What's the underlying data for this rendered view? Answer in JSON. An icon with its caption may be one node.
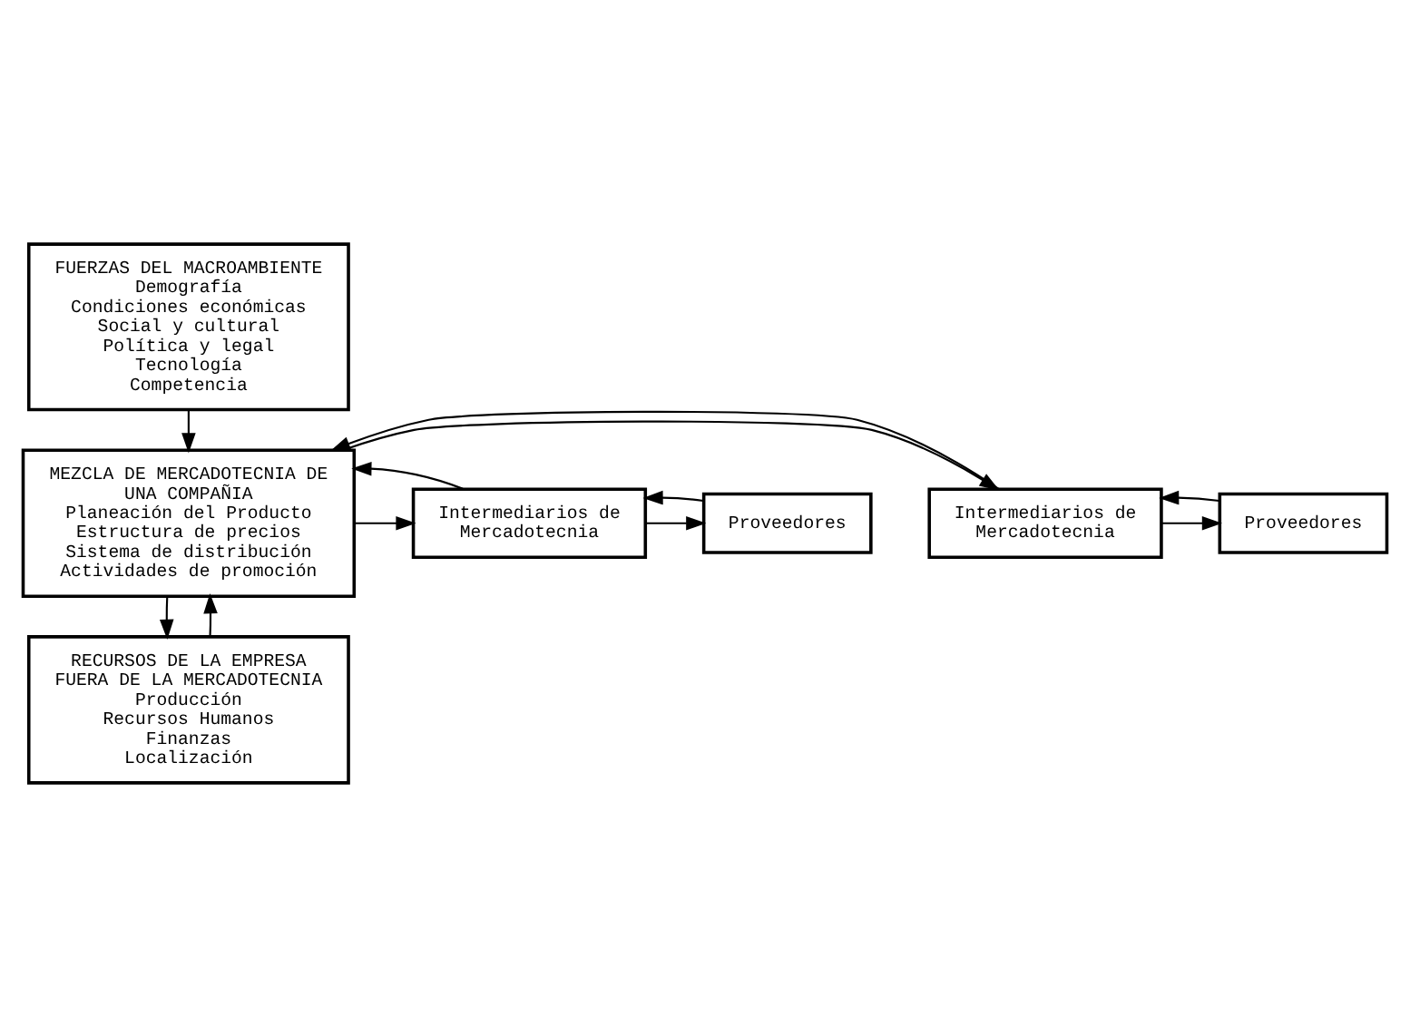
{
  "diagram": {
    "nodes": [
      {
        "text": [
          "FUERZAS DEL MACROAMBIENTE",
          "Demografía",
          "Condiciones económicas",
          "Social y cultural",
          "Política y legal",
          "Tecnología",
          "Competencia"
        ]
      },
      {
        "text": [
          "MEZCLA DE MERCADOTECNIA DE UNA COMPAÑIA",
          "Planeación del Producto",
          "Estructura de precios",
          "Sistema de distribución",
          "Actividades de promoción"
        ]
      },
      {
        "text": [
          "Proveedores"
        ]
      },
      {
        "text": [
          "Intermediarios de Mercadotecnia"
        ]
      },
      {
        "text": [
          "Intermediarios de Mercadotecnia"
        ]
      },
      {
        "text": [
          "Proveedores"
        ]
      },
      {
        "text": [
          "RECURSOS DE LA EMPRESA FUERA DE LA MERCADOTECNIA",
          "Producción",
          "Recursos Humanos",
          "Finanzas",
          "Localización"
        ]
      }
    ],
    "edges": [
      {
        "from": 0,
        "to": 1,
        "arrow": "to"
      },
      {
        "from": 1,
        "to": 3,
        "arrow": "to"
      },
      {
        "from": 3,
        "to": 1,
        "arrow": "to"
      },
      {
        "from": 3,
        "to": 2,
        "arrow": "to"
      },
      {
        "from": 2,
        "to": 3,
        "arrow": "to"
      },
      {
        "from": 1,
        "to": 4,
        "arrow": "to"
      },
      {
        "from": 4,
        "to": 1,
        "arrow": "to"
      },
      {
        "from": 4,
        "to": 5,
        "arrow": "to"
      },
      {
        "from": 5,
        "to": 4,
        "arrow": "to"
      },
      {
        "from": 1,
        "to": 6,
        "arrow": "to"
      },
      {
        "from": 6,
        "to": 1,
        "arrow": "to"
      }
    ]
  }
}
